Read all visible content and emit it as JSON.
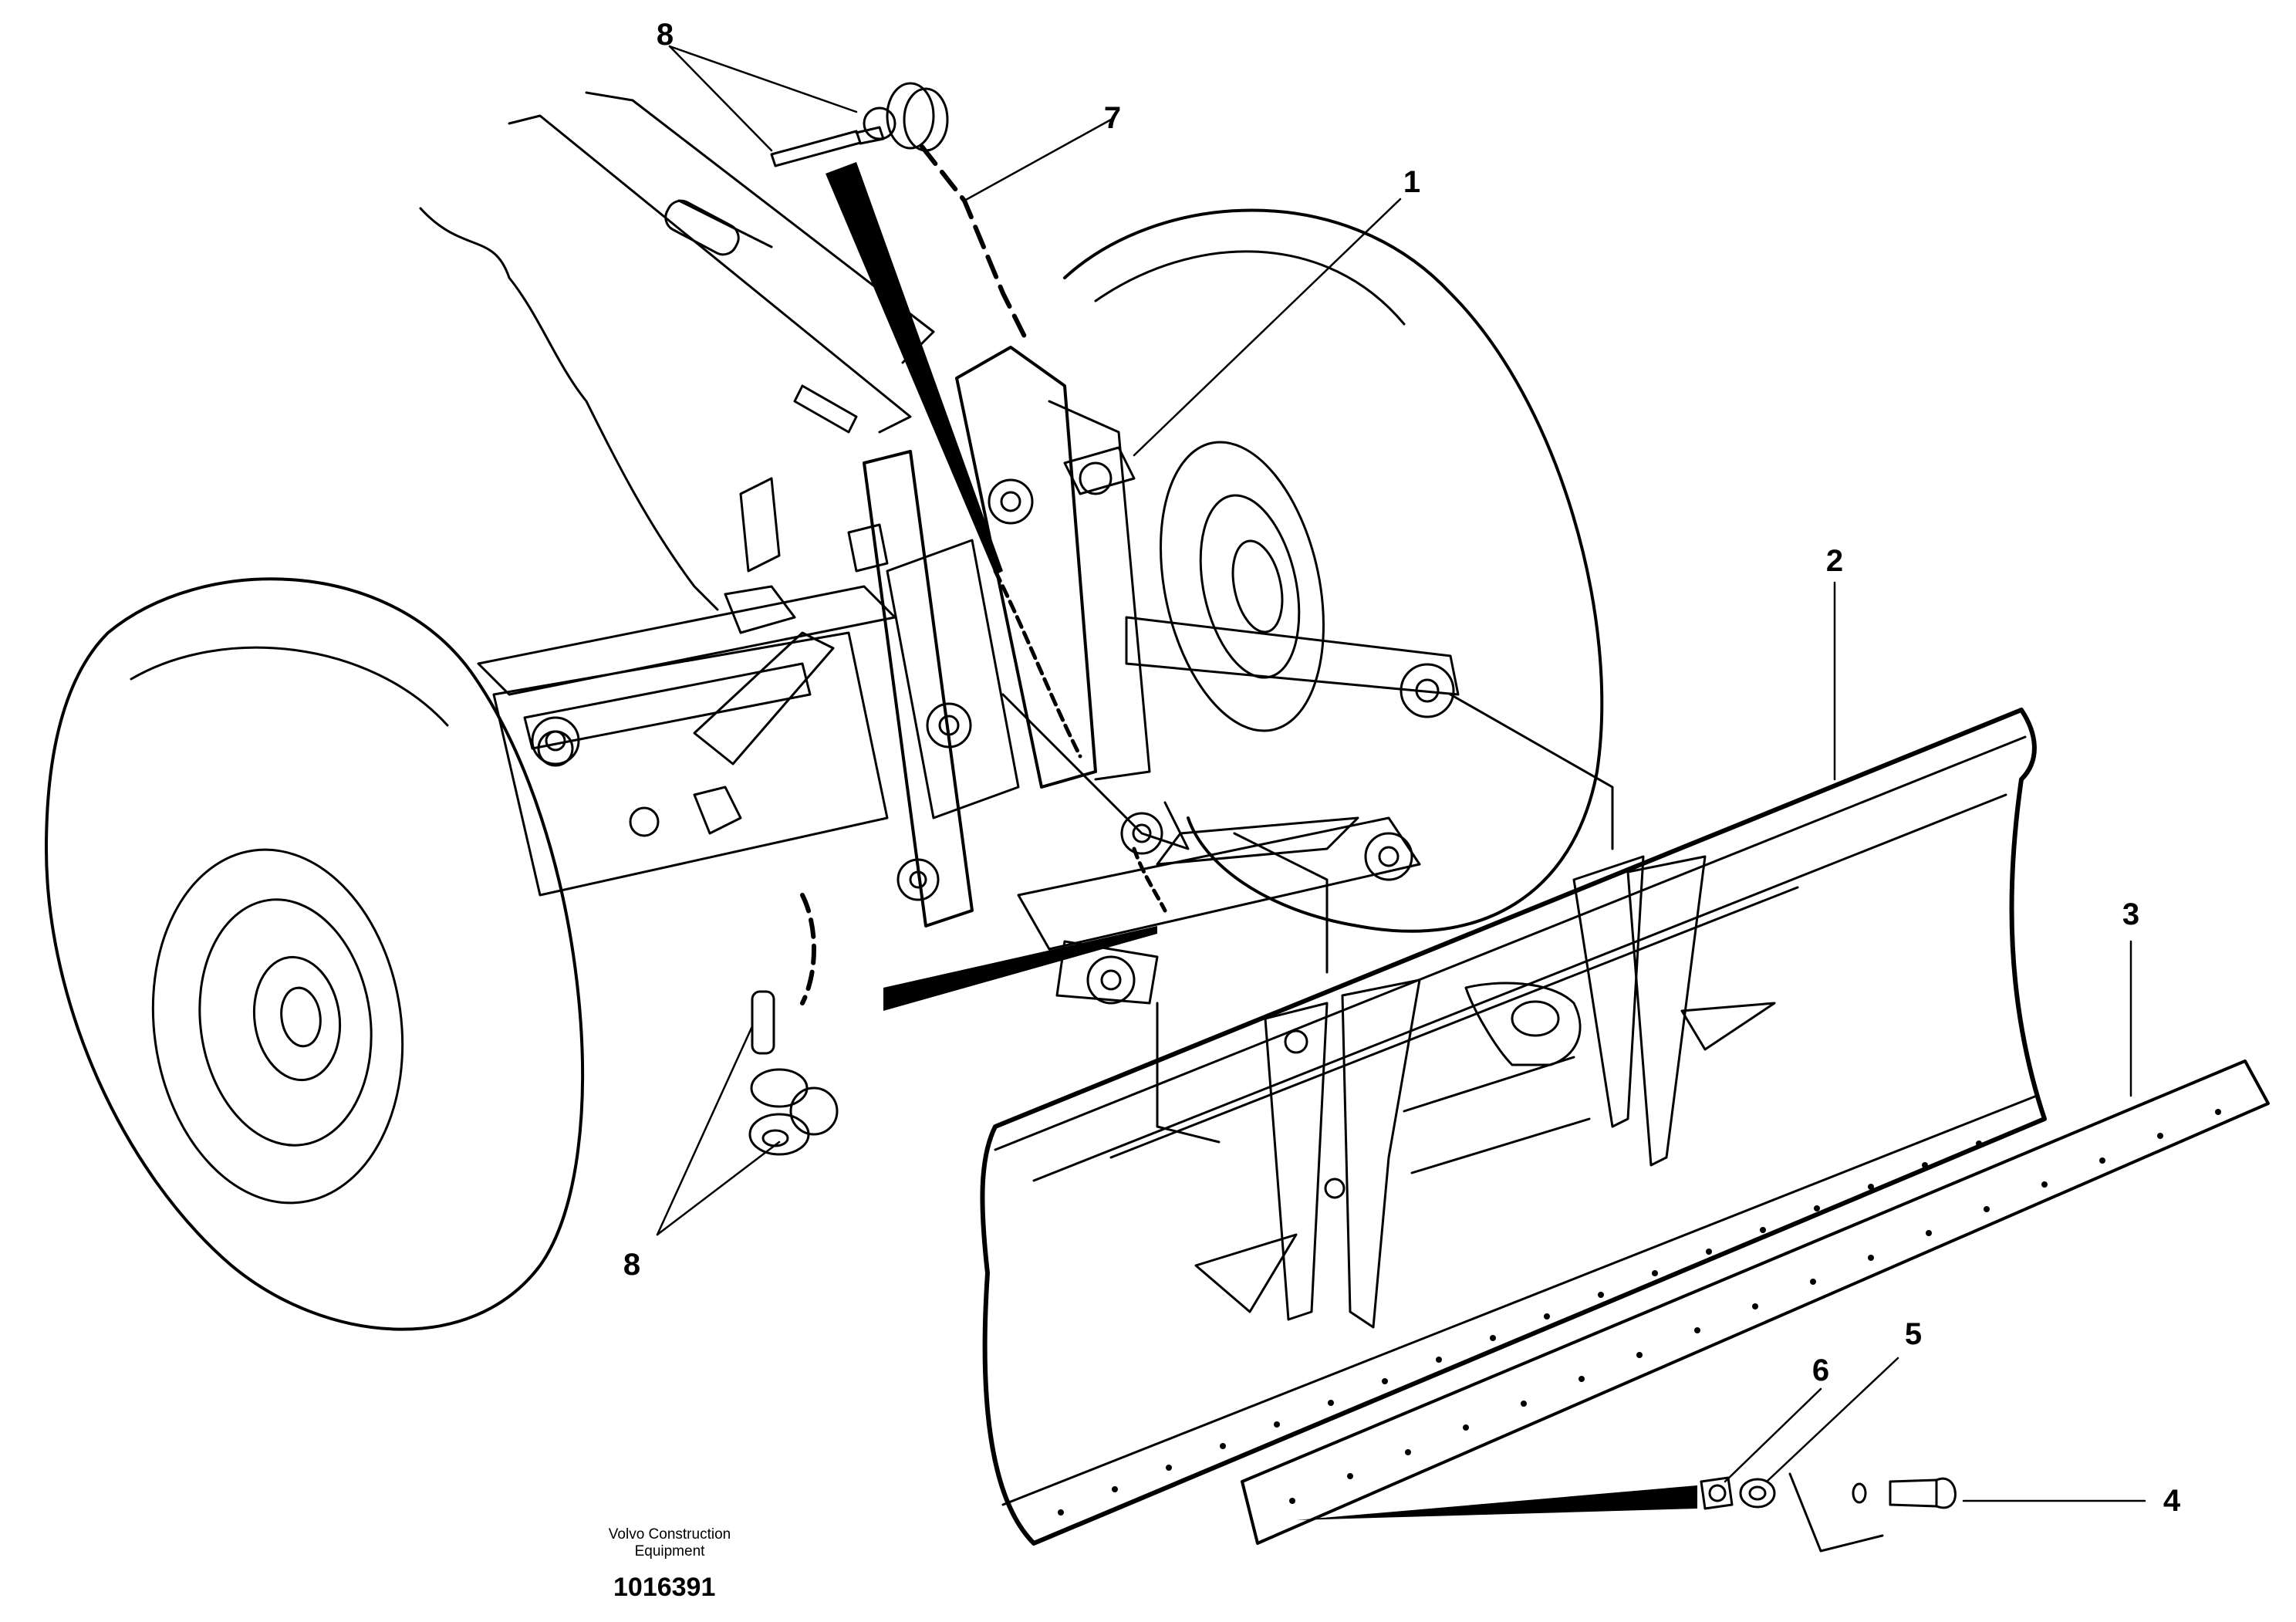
{
  "drawing": {
    "callouts": {
      "c1": "1",
      "c2": "2",
      "c3": "3",
      "c4": "4",
      "c5": "5",
      "c6": "6",
      "c7": "7",
      "c8_top": "8",
      "c8_bottom": "8"
    },
    "brand_line1": "Volvo Construction",
    "brand_line2": "Equipment",
    "figure_number": "1016391"
  },
  "colors": {
    "ink": "#000000",
    "paper": "#ffffff"
  }
}
